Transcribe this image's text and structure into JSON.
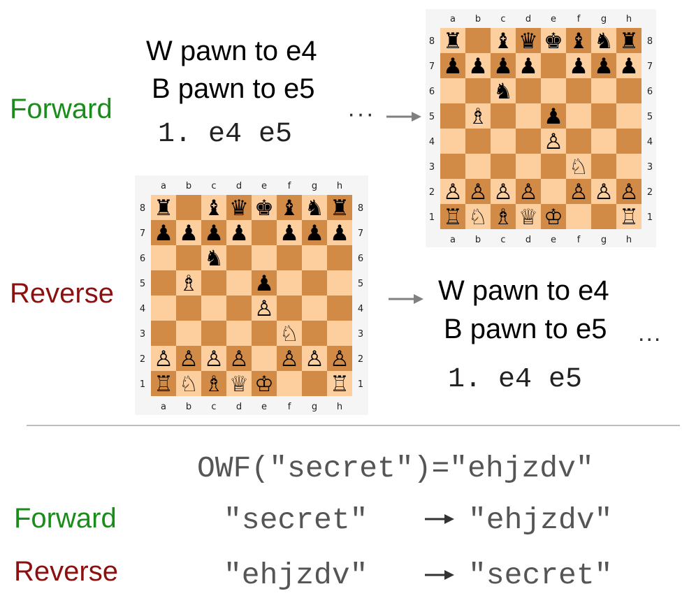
{
  "forward_chess": {
    "label": "Forward",
    "move1": "W pawn to e4",
    "move2": "B pawn to e5",
    "notation": "1. e4 e5",
    "dots": "···"
  },
  "reverse_chess": {
    "label": "Reverse",
    "move1": "W pawn to e4",
    "move2": "B pawn to e5",
    "dots": "...",
    "notation": "1. e4 e5"
  },
  "board": {
    "files": [
      "a",
      "b",
      "c",
      "d",
      "e",
      "f",
      "g",
      "h"
    ],
    "ranks": [
      "8",
      "7",
      "6",
      "5",
      "4",
      "3",
      "2",
      "1"
    ],
    "light_color": "#fdce9e",
    "dark_color": "#d18b47",
    "position": [
      [
        "♜",
        "",
        "♝",
        "♛",
        "♚",
        "♝",
        "♞",
        "♜"
      ],
      [
        "♟",
        "♟",
        "♟",
        "♟",
        "",
        "♟",
        "♟",
        "♟"
      ],
      [
        "",
        "",
        "♞",
        "",
        "",
        "",
        "",
        ""
      ],
      [
        "",
        "♗",
        "",
        "",
        "♟",
        "",
        "",
        ""
      ],
      [
        "",
        "",
        "",
        "",
        "♙",
        "",
        "",
        ""
      ],
      [
        "",
        "",
        "",
        "",
        "",
        "♘",
        "",
        ""
      ],
      [
        "♙",
        "♙",
        "♙",
        "♙",
        "",
        "♙",
        "♙",
        "♙"
      ],
      [
        "♖",
        "♘",
        "♗",
        "♕",
        "♔",
        "",
        "",
        "♖"
      ]
    ]
  },
  "owf": {
    "equation": "OWF(\"secret\")=\"ehjzdv\"",
    "forward_label": "Forward",
    "forward_from": "\"secret\"",
    "forward_to": "\"ehjzdv\"",
    "reverse_label": "Reverse",
    "reverse_from": "\"ehjzdv\"",
    "reverse_to": "\"secret\""
  },
  "colors": {
    "forward": "#1a8c1a",
    "reverse": "#8b1010",
    "arrow": "#808080"
  },
  "icons": {
    "arrow": "right-arrow-icon"
  }
}
